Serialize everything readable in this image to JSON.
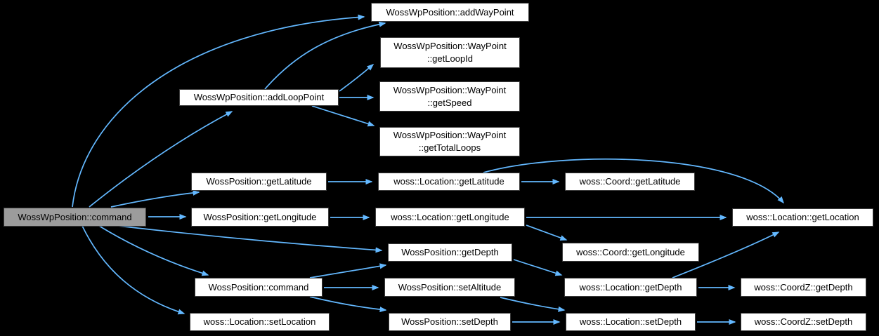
{
  "diagram": {
    "type": "call-graph",
    "root": "WossWpPosition::command",
    "colors": {
      "background": "#000000",
      "edge": "#63b8ff",
      "node_fill": "#ffffff",
      "node_border": "#3d3d3d",
      "root_fill": "#9c9c9c",
      "text": "#000000"
    },
    "nodes": [
      {
        "id": "root",
        "label": "WossWpPosition::command"
      },
      {
        "id": "addWayPoint",
        "label": "WossWpPosition::addWayPoint"
      },
      {
        "id": "wpGetLoopId",
        "label": "WossWpPosition::WayPoint\n::getLoopId"
      },
      {
        "id": "wpGetSpeed",
        "label": "WossWpPosition::WayPoint\n::getSpeed"
      },
      {
        "id": "wpGetTotalLoops",
        "label": "WossWpPosition::WayPoint\n::getTotalLoops"
      },
      {
        "id": "addLoopPoint",
        "label": "WossWpPosition::addLoopPoint"
      },
      {
        "id": "posGetLatitude",
        "label": "WossPosition::getLatitude"
      },
      {
        "id": "locGetLatitude",
        "label": "woss::Location::getLatitude"
      },
      {
        "id": "coordGetLatitude",
        "label": "woss::Coord::getLatitude"
      },
      {
        "id": "posGetLongitude",
        "label": "WossPosition::getLongitude"
      },
      {
        "id": "locGetLongitude",
        "label": "woss::Location::getLongitude"
      },
      {
        "id": "locGetLocation",
        "label": "woss::Location::getLocation"
      },
      {
        "id": "coordGetLongitude",
        "label": "woss::Coord::getLongitude"
      },
      {
        "id": "posGetDepth",
        "label": "WossPosition::getDepth"
      },
      {
        "id": "posCommand",
        "label": "WossPosition::command"
      },
      {
        "id": "posSetAltitude",
        "label": "WossPosition::setAltitude"
      },
      {
        "id": "locGetDepth",
        "label": "woss::Location::getDepth"
      },
      {
        "id": "coordzGetDepth",
        "label": "woss::CoordZ::getDepth"
      },
      {
        "id": "locSetLocation",
        "label": "woss::Location::setLocation"
      },
      {
        "id": "posSetDepth",
        "label": "WossPosition::setDepth"
      },
      {
        "id": "locSetDepth",
        "label": "woss::Location::setDepth"
      },
      {
        "id": "coordzSetDepth",
        "label": "woss::CoordZ::setDepth"
      }
    ],
    "edges": [
      {
        "from": "root",
        "to": "addWayPoint"
      },
      {
        "from": "root",
        "to": "addLoopPoint"
      },
      {
        "from": "root",
        "to": "posGetLatitude"
      },
      {
        "from": "root",
        "to": "posGetLongitude"
      },
      {
        "from": "root",
        "to": "posGetDepth"
      },
      {
        "from": "root",
        "to": "posCommand"
      },
      {
        "from": "root",
        "to": "locSetLocation"
      },
      {
        "from": "addLoopPoint",
        "to": "addWayPoint"
      },
      {
        "from": "addLoopPoint",
        "to": "wpGetLoopId"
      },
      {
        "from": "addLoopPoint",
        "to": "wpGetSpeed"
      },
      {
        "from": "addLoopPoint",
        "to": "wpGetTotalLoops"
      },
      {
        "from": "posGetLatitude",
        "to": "locGetLatitude"
      },
      {
        "from": "locGetLatitude",
        "to": "coordGetLatitude"
      },
      {
        "from": "locGetLatitude",
        "to": "locGetLocation"
      },
      {
        "from": "posGetLongitude",
        "to": "locGetLongitude"
      },
      {
        "from": "locGetLongitude",
        "to": "coordGetLongitude"
      },
      {
        "from": "locGetLongitude",
        "to": "locGetLocation"
      },
      {
        "from": "posGetDepth",
        "to": "locGetDepth"
      },
      {
        "from": "locGetDepth",
        "to": "coordzGetDepth"
      },
      {
        "from": "locGetDepth",
        "to": "locGetLocation"
      },
      {
        "from": "posCommand",
        "to": "posGetDepth"
      },
      {
        "from": "posCommand",
        "to": "posSetAltitude"
      },
      {
        "from": "posCommand",
        "to": "posSetDepth"
      },
      {
        "from": "posSetAltitude",
        "to": "locSetDepth"
      },
      {
        "from": "posSetDepth",
        "to": "locSetDepth"
      },
      {
        "from": "locSetDepth",
        "to": "coordzSetDepth"
      }
    ]
  }
}
